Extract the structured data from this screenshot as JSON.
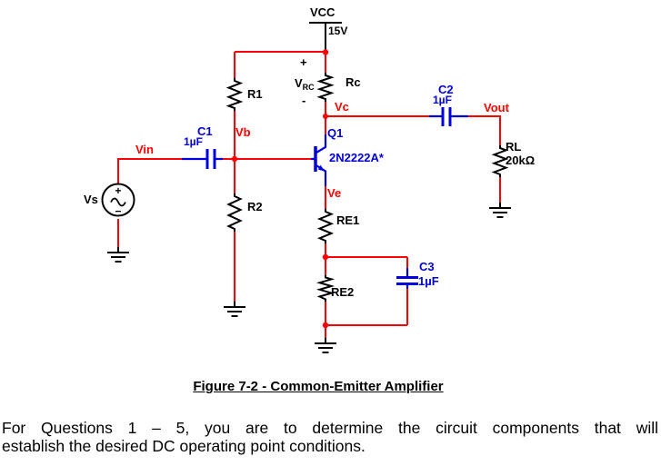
{
  "colors": {
    "wire_red": "#ff0000",
    "component_blue": "#0000dd",
    "symbol_black": "#000000",
    "background": "#ffffff"
  },
  "circuit": {
    "power": {
      "label": "VCC",
      "value": "15V"
    },
    "source": {
      "label": "Vs"
    },
    "source_polarity": {
      "plus": "+",
      "minus": "−"
    },
    "resistors": {
      "r1": {
        "label": "R1"
      },
      "r2": {
        "label": "R2"
      },
      "rc": {
        "label": "Rc"
      },
      "re1": {
        "label": "RE1"
      },
      "re2": {
        "label": "RE2"
      },
      "rl": {
        "label": "RL",
        "value": "20kΩ"
      }
    },
    "capacitors": {
      "c1": {
        "label": "C1",
        "value": "1µF"
      },
      "c2": {
        "label": "C2",
        "value": "1µF"
      },
      "c3": {
        "label": "C3",
        "value": "1µF"
      }
    },
    "transistor": {
      "label": "Q1",
      "part": "2N2222A*"
    },
    "vrc": {
      "plus": "+",
      "main": "V",
      "sub": "RC",
      "minus": "-"
    },
    "nodes": {
      "vin": "Vin",
      "vb": "Vb",
      "vc": "Vc",
      "ve": "Ve",
      "vout": "Vout"
    }
  },
  "caption": "Figure 7-2 - Common-Emitter Amplifier",
  "paragraph": {
    "line1": "For Questions 1 – 5, you are to determine the circuit components that will",
    "line2": "establish the desired DC operating point conditions."
  }
}
